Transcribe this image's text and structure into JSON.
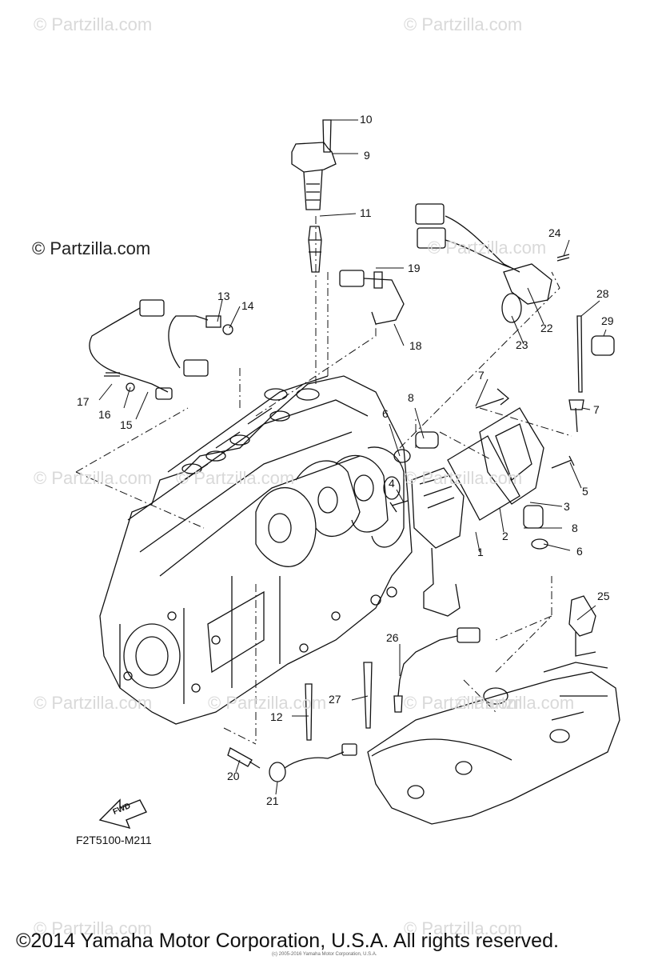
{
  "watermarks": [
    "© Partzilla.com",
    "© Partzilla.com",
    "© Partzilla.com",
    "© Partzilla.com",
    "© Partzilla.com",
    "© Partzilla.com",
    "© Partzilla.com",
    "© Partzilla.com",
    "© Partzilla.com",
    "© Partzilla.com",
    "© Partzilla.com",
    "© Partzilla.com"
  ],
  "brand_mark": "© Partzilla.com",
  "diagram_code": "F2T5100-M211",
  "fwd_label": "FWD",
  "copyright": "©2014 Yamaha Motor Corporation, U.S.A. All rights reserved.",
  "fine_print": "(c) 2005-2016 Yamaha Motor Corporation, U.S.A.",
  "callouts": [
    "1",
    "2",
    "3",
    "4",
    "5",
    "6",
    "6",
    "7",
    "7",
    "8",
    "8",
    "9",
    "10",
    "11",
    "12",
    "13",
    "14",
    "15",
    "16",
    "17",
    "18",
    "19",
    "20",
    "21",
    "22",
    "23",
    "24",
    "25",
    "26",
    "27",
    "28",
    "29"
  ]
}
